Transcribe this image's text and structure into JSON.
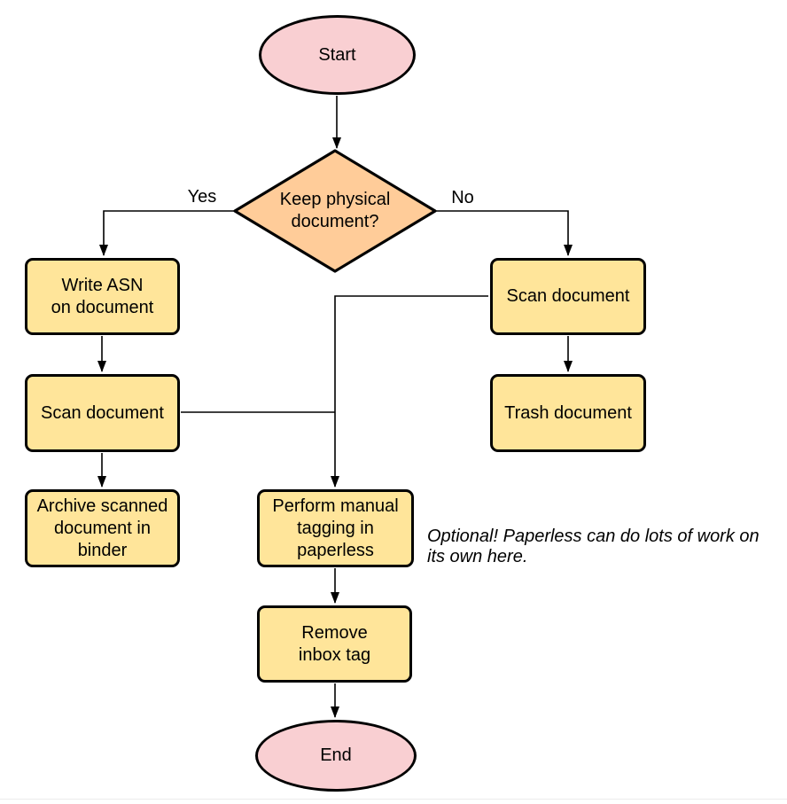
{
  "nodes": {
    "start": {
      "label": "Start",
      "type": "terminal"
    },
    "decision": {
      "label": "Keep physical\ndocument?",
      "type": "decision"
    },
    "write_asn": {
      "label": "Write ASN\non document",
      "type": "process"
    },
    "scan_left": {
      "label": "Scan document",
      "type": "process"
    },
    "archive": {
      "label": "Archive scanned\ndocument in\nbinder",
      "type": "process"
    },
    "scan_right": {
      "label": "Scan document",
      "type": "process"
    },
    "trash": {
      "label": "Trash document",
      "type": "process"
    },
    "tagging": {
      "label": "Perform manual\ntagging in\npaperless",
      "type": "process"
    },
    "remove_inbox": {
      "label": "Remove\ninbox tag",
      "type": "process"
    },
    "end": {
      "label": "End",
      "type": "terminal"
    }
  },
  "edges": {
    "yes_label": "Yes",
    "no_label": "No"
  },
  "annotation": {
    "text": "Optional! Paperless can do lots of work on\nits own here."
  },
  "colors": {
    "terminal_fill": "#f9cfd2",
    "decision_fill": "#ffcc99",
    "process_fill": "#ffe59a",
    "stroke": "#000000",
    "connector": "#000000",
    "canvas_bg": "#ffffff",
    "bottom_rule": "#ececec"
  }
}
